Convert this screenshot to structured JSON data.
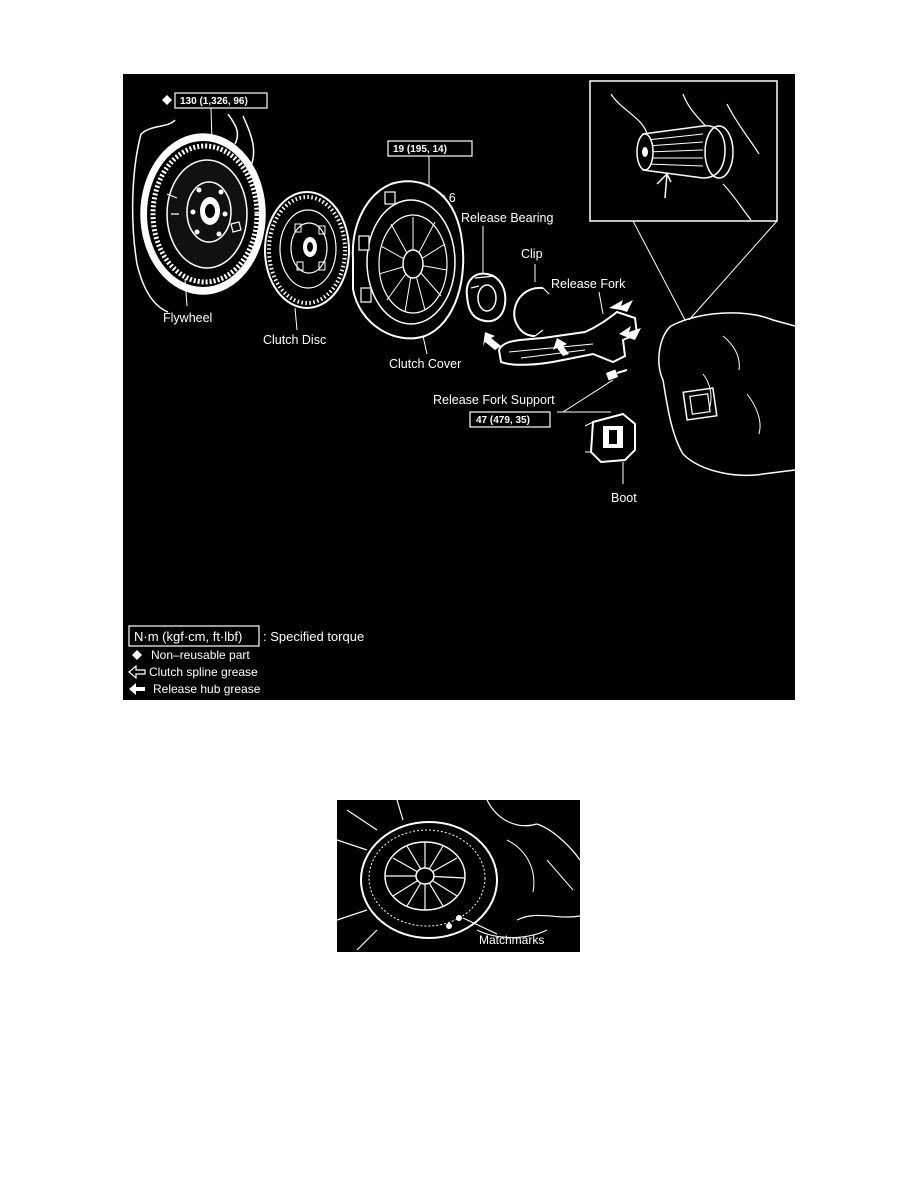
{
  "figure1": {
    "torque_flywheel": "130 (1,326, 96)",
    "torque_cover_bolts": "19 (195, 14)",
    "bolt_count": "x 6",
    "torque_fork_support": "47 (479, 35)",
    "labels": {
      "flywheel": "Flywheel",
      "clutch_disc": "Clutch Disc",
      "clutch_cover": "Clutch Cover",
      "release_bearing": "Release Bearing",
      "clip": "Clip",
      "release_fork": "Release Fork",
      "release_fork_support": "Release Fork Support",
      "boot": "Boot"
    },
    "legend": {
      "torque_unit": "N·m (kgf·cm, ft·lbf)",
      "torque_text": ": Specified torque",
      "non_reusable": "Non–reusable part",
      "spline_grease": "Clutch spline grease",
      "hub_grease": "Release hub grease"
    }
  },
  "figure2": {
    "label_matchmarks": "Matchmarks"
  }
}
